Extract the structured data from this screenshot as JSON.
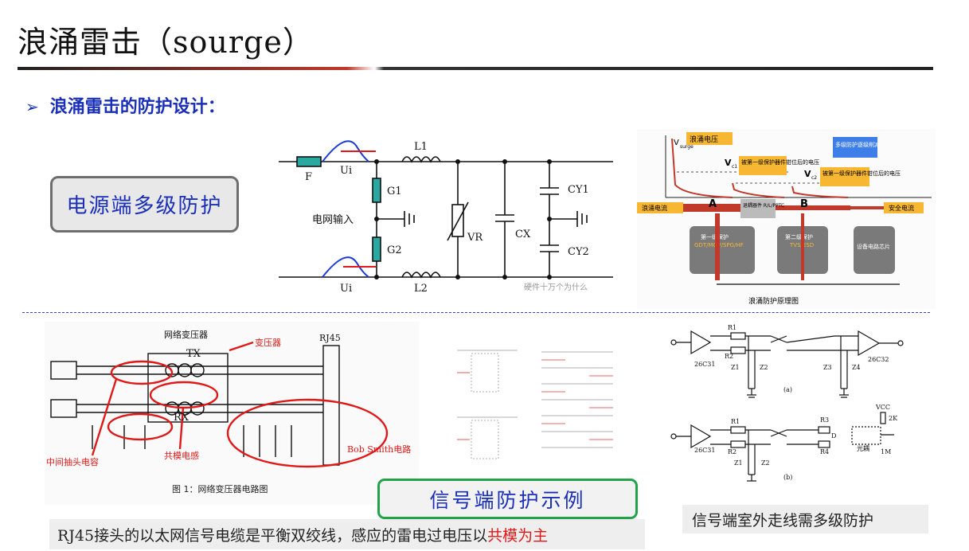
{
  "slide": {
    "title": "浪涌雷击（sourge）",
    "bullet": "浪涌雷击的防护设计：",
    "power_box_label": "电源端多级防护",
    "signal_box_label": "信号端防护示例",
    "rj45_note": {
      "prefix": "RJ45接头的以太网信号电缆是平衡双绞线，感应的雷电过电压以",
      "highlight": "共模为主"
    },
    "outdoor_note": "信号端室外走线需多级防护"
  },
  "power_circuit": {
    "fuse": "F",
    "surge_top": "Ui",
    "surge_bottom": "Ui",
    "g1": "G1",
    "g2": "G2",
    "grid_input": "电网输入",
    "l1": "L1",
    "l2": "L2",
    "vr": "VR",
    "cx": "CX",
    "cy1": "CY1",
    "cy2": "CY2",
    "watermark": "硬件十万个为什么"
  },
  "protection_diagram": {
    "surge_voltage": "浪涌电压",
    "v_surge": "V",
    "v_surge_sub": "surge",
    "vc1": "V",
    "vc1_sub": "c1",
    "vc2": "V",
    "vc2_sub": "c2",
    "clamped_first": "被第一级保护器件钳位后的电压",
    "clamped_second": "被第一级保护器件钳位后的电压",
    "multi_level": "多级防护逐级削减",
    "surge_current": "浪涌电流",
    "point_a": "A",
    "point_b": "B",
    "decoupling": "退耦器件 R/L/PPTC",
    "safe_current": "安全电流",
    "stage1_title": "第一级保护",
    "stage1_parts": "GDT/MOV/SPG/HF",
    "stage2_title": "第二级保护",
    "stage2_parts": "TVS/ESD",
    "device_chip": "设备电路芯片",
    "caption": "浪涌防护原理图"
  },
  "transformer": {
    "header": "网络变压器",
    "rj45": "RJ45",
    "tx": "TX",
    "rx": "RX",
    "label_transformer": "变压器",
    "label_center_tap": "中间抽头电容",
    "label_common_mode": "共模电感",
    "label_bob_smith": "Bob Smith电路",
    "caption": "图 1：网络变压器电路图"
  },
  "signal_circuit": {
    "r1_a": "R1",
    "r2_a": "R2",
    "driver_a": "26C31",
    "receiver_a": "26C32",
    "z1_a": "Z1",
    "z2_a": "Z2",
    "z3_a": "Z3",
    "z4_a": "Z4",
    "label_a": "(a)",
    "r1_b": "R1",
    "r2_b": "R2",
    "r3_b": "R3",
    "r4_b": "R4",
    "d_b": "D",
    "driver_b": "26C31",
    "z1_b": "Z1",
    "z2_b": "Z2",
    "vcc": "VCC",
    "r2k": "2K",
    "r1m": "1M",
    "optocoupler": "光耦",
    "label_b": "(b)"
  }
}
